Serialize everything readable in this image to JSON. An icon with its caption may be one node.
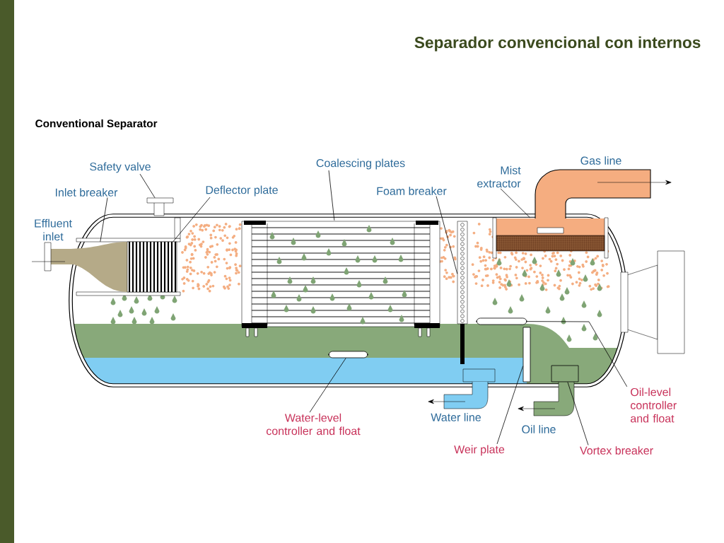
{
  "diagram": {
    "title": "Separador convencional con internos",
    "nodes": [
      {
        "text": [
          "Safety valve"
        ]
      },
      {
        "text": [
          "Inlet breaker"
        ]
      },
      {
        "text": [
          "Deflector plate"
        ]
      },
      {
        "text": [
          "Coalescing plates"
        ]
      },
      {
        "text": [
          "Foam breaker"
        ]
      },
      {
        "text": [
          "Mist extractor"
        ]
      },
      {
        "text": [
          "Water-level controller and float"
        ]
      },
      {
        "text": [
          "Weir plate"
        ]
      },
      {
        "text": [
          "Vortex breaker"
        ]
      },
      {
        "text": [
          "Oil-level controller and float"
        ]
      },
      {
        "text": [],
        "shape": "picture"
      },
      {
        "text": [],
        "shape": "picture"
      },
      {
        "text": [],
        "shape": "picture"
      },
      {
        "text": [],
        "shape": "picture"
      },
      {
        "text": [],
        "shape": "picture"
      },
      {
        "text": [],
        "shape": "picture"
      },
      {
        "text": [],
        "shape": "box"
      },
      {
        "text": [],
        "shape": "box"
      },
      {
        "text": [],
        "shape": "box"
      },
      {
        "text": [],
        "shape": "box"
      }
    ],
    "edges": [
      {
        "from": 0,
        "to": 10,
        "arrow": "none"
      },
      {
        "from": 1,
        "to": 11,
        "arrow": "none"
      },
      {
        "from": 2,
        "to": 12,
        "arrow": "none"
      },
      {
        "from": 3,
        "to": 13,
        "arrow": "none"
      },
      {
        "from": 4,
        "to": 14,
        "arrow": "none"
      },
      {
        "from": 5,
        "to": 15,
        "arrow": "none"
      },
      {
        "from": 6,
        "to": 16,
        "arrow": "none"
      },
      {
        "from": 7,
        "to": 17,
        "arrow": "none"
      },
      {
        "from": 8,
        "to": 18,
        "arrow": "none"
      },
      {
        "from": 9,
        "to": 19,
        "arrow": "none"
      }
    ],
    "labels": [
      "Conventional Separator",
      "Effluent inlet",
      "Gas line",
      "Water line",
      "Oil line"
    ]
  }
}
